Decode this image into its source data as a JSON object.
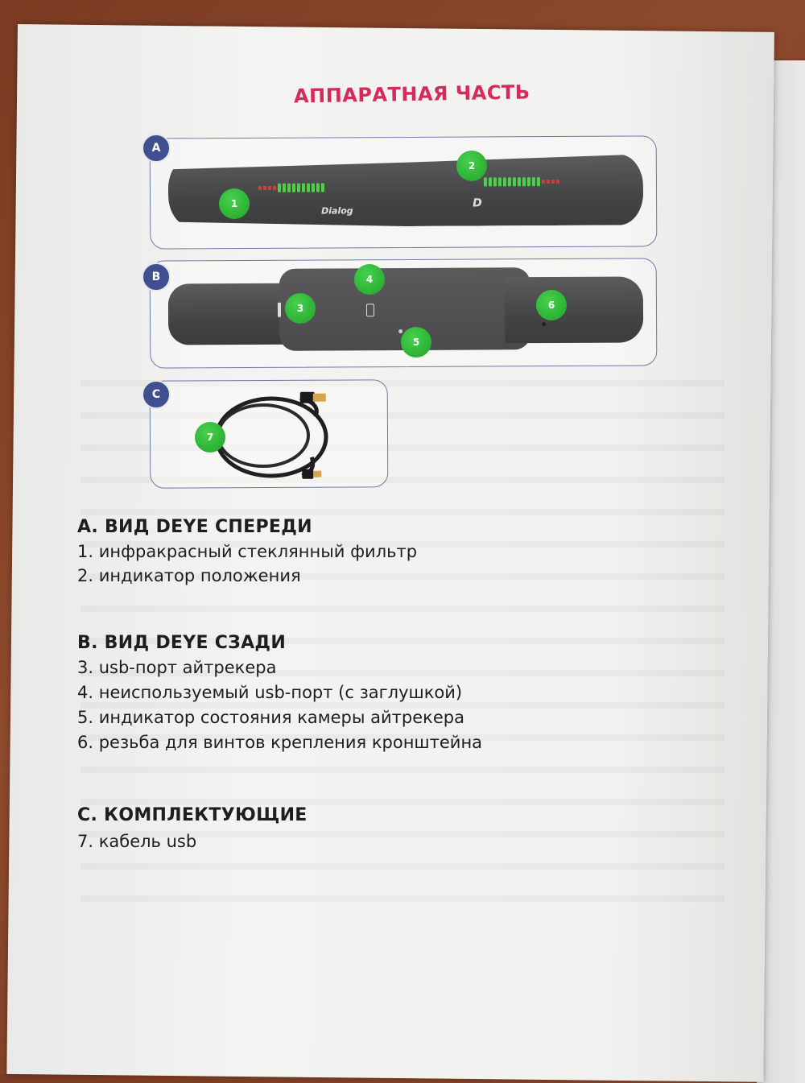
{
  "title": "АППАРАТНАЯ ЧАСТЬ",
  "panels": {
    "a": {
      "letter": "A",
      "logo_left": "Dialog",
      "logo_right": "D"
    },
    "b": {
      "letter": "B"
    },
    "c": {
      "letter": "C"
    }
  },
  "badges": [
    "1",
    "2",
    "3",
    "4",
    "5",
    "6",
    "7"
  ],
  "sections": {
    "a": {
      "heading": "А. ВИД DEYE СПЕРЕДИ",
      "items": [
        "1. инфракрасный стеклянный фильтр",
        "2. индикатор положения"
      ]
    },
    "b": {
      "heading": "В. ВИД DEYE СЗАДИ",
      "items": [
        "3.  usb-порт айтрекера",
        "4. неиспользуемый usb-порт (с заглушкой)",
        "5. индикатор состояния камеры айтрекера",
        "6. резьба для винтов крепления кронштейна"
      ]
    },
    "c": {
      "heading": "С. КОМПЛЕКТУЮЩИЕ",
      "items": [
        "7. кабель usb"
      ]
    }
  },
  "colors": {
    "title": "#d42a5c",
    "badge": "#2fb535",
    "panel_letter": "#3f4f8f"
  }
}
